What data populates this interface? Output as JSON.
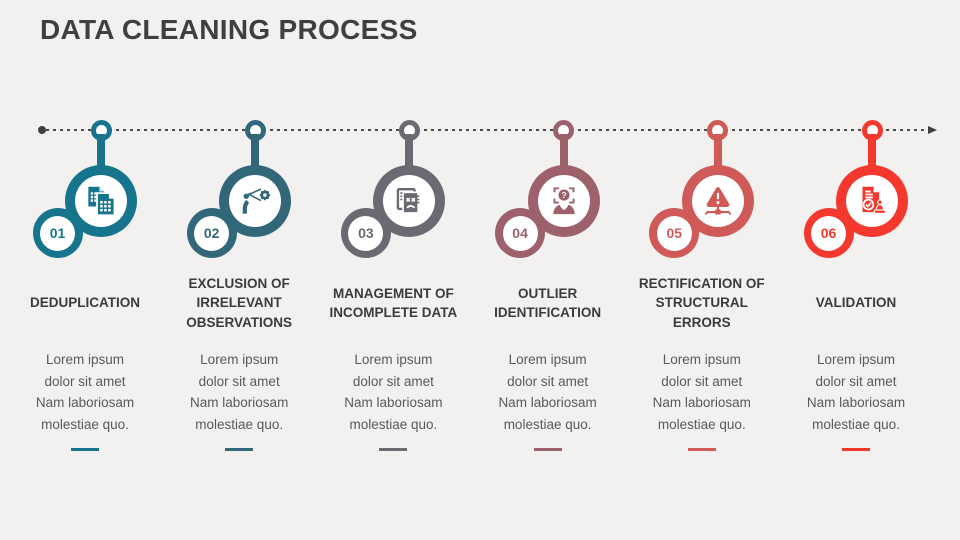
{
  "slide": {
    "title": "DATA CLEANING PROCESS",
    "background_color": "#f2f1f0",
    "title_color": "#3f3f3f"
  },
  "timeline": {
    "line_color": "#4a4a4a",
    "has_start_dot": true,
    "has_end_arrow": true
  },
  "steps": [
    {
      "number": "01",
      "title": "DEDUPLICATION",
      "body": "Lorem ipsum\ndolor sit amet\nNam laboriosam\nmolestiae quo.",
      "color": "#16748d",
      "icon": "duplicate-spreadsheets-icon"
    },
    {
      "number": "02",
      "title": "EXCLUSION OF IRRELEVANT OBSERVATIONS",
      "body": "Lorem ipsum\ndolor sit amet\nNam laboriosam\nmolestiae quo.",
      "color": "#32677a",
      "icon": "person-observing-gear-icon"
    },
    {
      "number": "03",
      "title": "MANAGEMENT OF INCOMPLETE DATA",
      "body": "Lorem ipsum\ndolor sit amet\nNam laboriosam\nmolestiae quo.",
      "color": "#6a6a72",
      "icon": "broken-documents-icon"
    },
    {
      "number": "04",
      "title": "OUTLIER IDENTIFICATION",
      "body": "Lorem ipsum\ndolor sit amet\nNam laboriosam\nmolestiae quo.",
      "color": "#9d616c",
      "icon": "unknown-person-scan-icon"
    },
    {
      "number": "05",
      "title": "RECTIFICATION OF STRUCTURAL ERRORS",
      "body": "Lorem ipsum\ndolor sit amet\nNam laboriosam\nmolestiae quo.",
      "color": "#cf5a57",
      "icon": "structure-warning-icon"
    },
    {
      "number": "06",
      "title": "VALIDATION",
      "body": "Lorem ipsum\ndolor sit amet\nNam laboriosam\nmolestiae quo.",
      "color": "#f5382e",
      "icon": "document-stamp-validation-icon"
    }
  ]
}
